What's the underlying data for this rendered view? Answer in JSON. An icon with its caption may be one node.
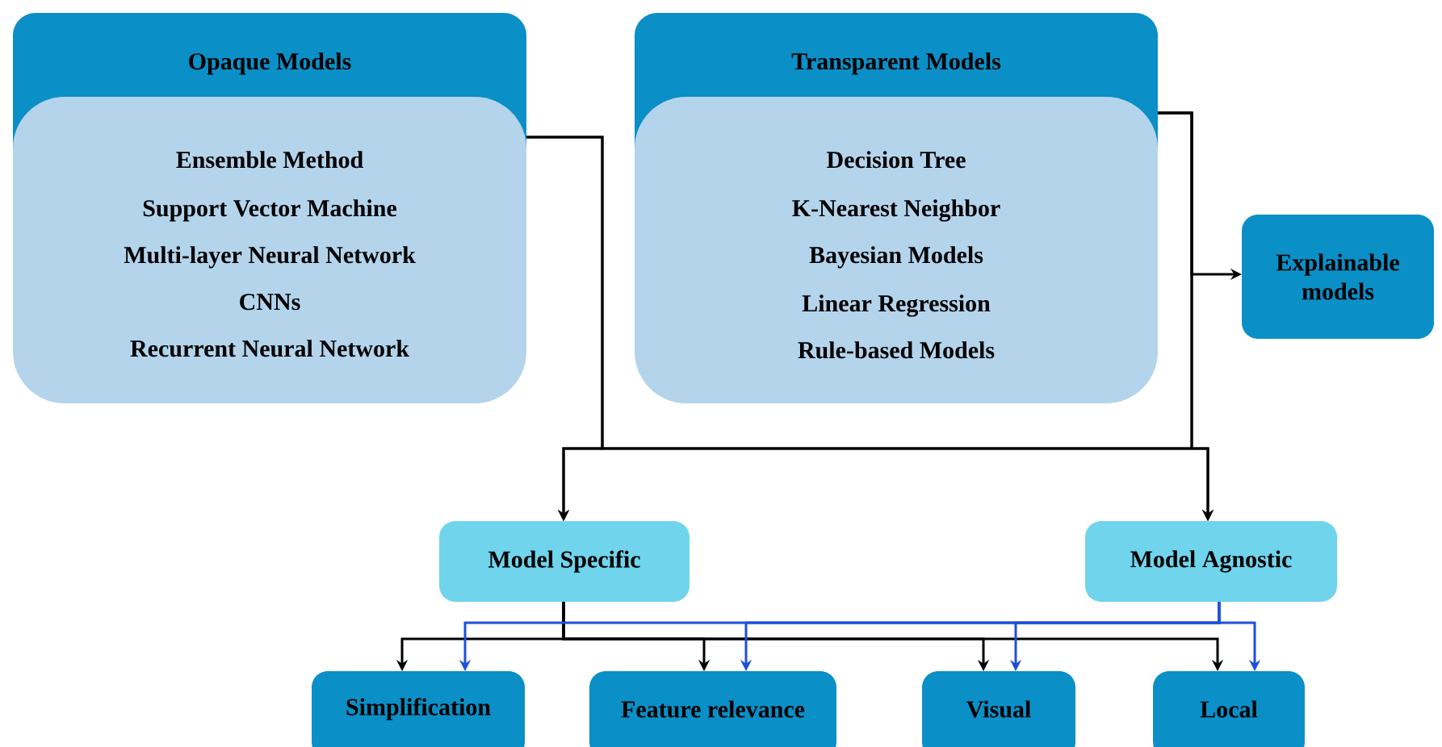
{
  "diagram": {
    "nodes": [
      {
        "text": [
          "Opaque Models",
          "Ensemble Method",
          "Support Vector Machine",
          "Multi-layer Neural Network",
          "CNNs",
          "Recurrent Neural Network"
        ]
      },
      {
        "text": [
          "Transparent Models",
          "Decision Tree",
          "K-Nearest Neighbor",
          "Bayesian Models",
          "Linear Regression",
          "Rule-based Models"
        ]
      },
      {
        "text": [
          "Explainable models"
        ]
      },
      {
        "text": [
          "Model Specific"
        ]
      },
      {
        "text": [
          "Model Agnostic"
        ]
      },
      {
        "text": [
          "Simplification"
        ]
      },
      {
        "text": [
          "Feature relevance"
        ]
      },
      {
        "text": [
          "Visual"
        ]
      },
      {
        "text": [
          "Local"
        ]
      }
    ],
    "edges": [
      {
        "from": 0,
        "to": 3,
        "arrow": "to"
      },
      {
        "from": 0,
        "to": 4,
        "arrow": "to"
      },
      {
        "from": 1,
        "to": 2,
        "arrow": "to"
      },
      {
        "from": 1,
        "to": 3,
        "arrow": "to"
      },
      {
        "from": 1,
        "to": 4,
        "arrow": "to"
      },
      {
        "from": 3,
        "to": 5,
        "arrow": "to"
      },
      {
        "from": 3,
        "to": 6,
        "arrow": "to"
      },
      {
        "from": 3,
        "to": 7,
        "arrow": "to"
      },
      {
        "from": 3,
        "to": 8,
        "arrow": "to"
      },
      {
        "from": 4,
        "to": 5,
        "arrow": "to",
        "color": "#1d4fd8"
      },
      {
        "from": 4,
        "to": 6,
        "arrow": "to",
        "color": "#1d4fd8"
      },
      {
        "from": 4,
        "to": 7,
        "arrow": "to",
        "color": "#1d4fd8"
      },
      {
        "from": 4,
        "to": 8,
        "arrow": "to",
        "color": "#1d4fd8"
      }
    ]
  }
}
